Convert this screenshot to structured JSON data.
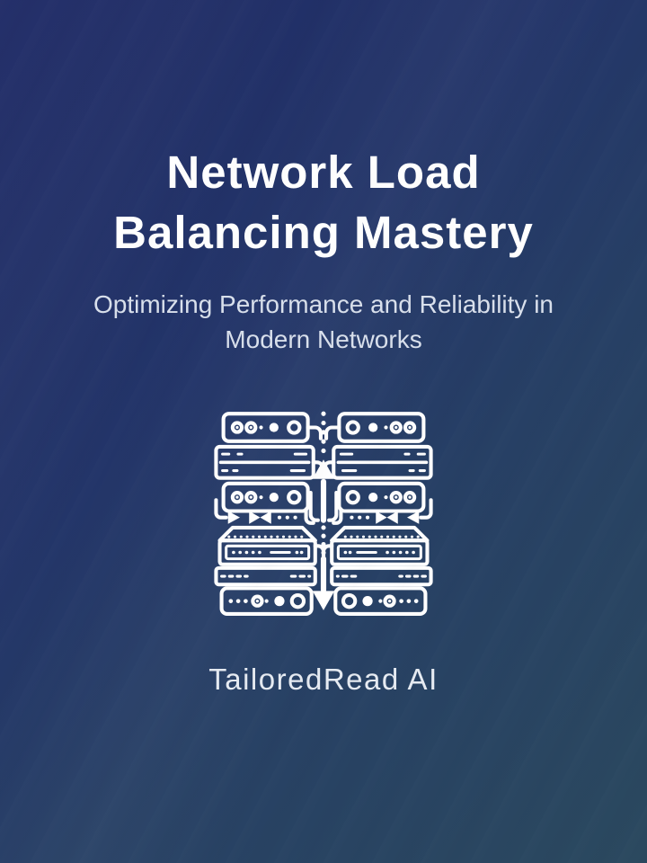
{
  "cover": {
    "title": {
      "text": "Network Load Balancing Mastery",
      "lines": [
        "Network Load",
        "Balancing Mastery"
      ]
    },
    "subtitle": {
      "text": "Optimizing Performance and Reliability in Modern Networks",
      "lines": [
        "Optimizing Performance and Reliability in",
        "Modern Networks"
      ]
    },
    "brand": "TailoredRead AI",
    "icon_name": "server-network-load-balancer-icon"
  },
  "colors": {
    "background_gradient_start": "#1f2a66",
    "background_gradient_end": "#2b495f",
    "title": "#ffffff",
    "subtitle": "#d9e0ec",
    "brand": "#e6ebf2",
    "icon": "#ffffff"
  }
}
